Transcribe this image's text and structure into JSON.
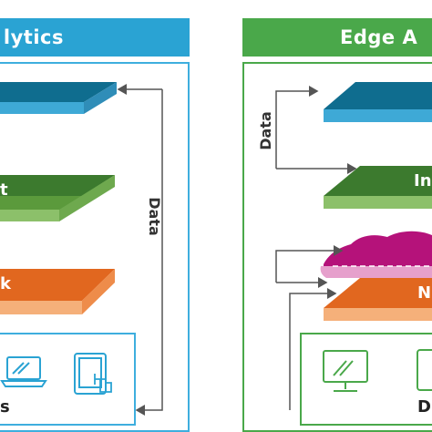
{
  "left": {
    "header": "lytics",
    "layers": [
      {
        "label": "",
        "color_top": "#0f6d8f",
        "color_side": "#3ea9d6"
      },
      {
        "label": "t",
        "color_top": "#3c7a2e",
        "color_side": "#8cc06a"
      },
      {
        "label": "k",
        "color_top": "#e1671f",
        "color_side": "#f5b07a"
      }
    ],
    "data_label": "Data",
    "devices_label": "s",
    "colors": {
      "accent": "#2aa3d3"
    }
  },
  "right": {
    "header": "Edge A",
    "layers": [
      {
        "label": "",
        "color_top": "#0f6d8f",
        "color_side": "#3ea9d6"
      },
      {
        "label": "In",
        "color_top": "#3c7a2e",
        "color_side": "#8cc06a"
      },
      {
        "label": "",
        "color_top": "#b5127a",
        "color_side": "#e6a0cc"
      },
      {
        "label": "N",
        "color_top": "#e1671f",
        "color_side": "#f5b07a"
      }
    ],
    "data_label": "Data",
    "devices_label": "D",
    "colors": {
      "accent": "#4aa84a"
    }
  },
  "icons": [
    "laptop-icon",
    "tablet-touch-icon",
    "monitor-icon"
  ]
}
